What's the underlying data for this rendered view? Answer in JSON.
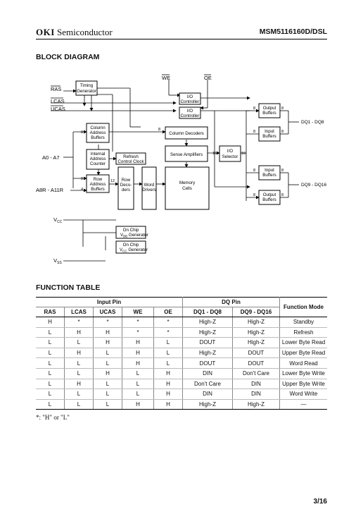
{
  "header": {
    "brand_bold": "OKI",
    "brand_rest": "Semiconductor",
    "part_number": "MSM5116160D/DSL"
  },
  "block_diagram": {
    "title": "BLOCK DIAGRAM",
    "labels": {
      "we": "WE",
      "oe": "OE",
      "ras": "RAS",
      "lcas": "LCAS",
      "ucas": "UCAS",
      "a0a7": "A0 - A7",
      "a8r": "A8R - A11R",
      "vcc": "V",
      "vcc_sub": "CC",
      "vss": "V",
      "vss_sub": "SS",
      "dq1_8": "DQ1 - DQ8",
      "dq9_16": "DQ9 - DQ16"
    },
    "blocks": {
      "timing": [
        "Timing",
        "Generator"
      ],
      "io1": [
        "I/O",
        "Controller"
      ],
      "io2": [
        "I/O",
        "Controller"
      ],
      "col_addr": [
        "Column",
        "Address",
        "Buffers"
      ],
      "col_dec": "Column Decoders",
      "int_addr": [
        "Internal",
        "Address",
        "Counter"
      ],
      "refresh": [
        "Refresh",
        "Control Clock"
      ],
      "sense": "Sense Amplifiers",
      "io_sel": [
        "I/O",
        "Selector"
      ],
      "row_addr": [
        "Row",
        "Address",
        "Buffers"
      ],
      "row_dec": [
        "Row",
        "Deco-",
        "ders"
      ],
      "word": [
        "Word",
        "Drivers"
      ],
      "memory": [
        "Memory",
        "Cells"
      ],
      "out1": [
        "Output",
        "Buffers"
      ],
      "in1": [
        "Input",
        "Buffers"
      ],
      "in2": [
        "Input",
        "Buffers"
      ],
      "out2": [
        "Output",
        "Buffers"
      ],
      "vbb": [
        "On Chip",
        "V",
        "BB",
        " Generator"
      ],
      "vcc_gen": [
        "On Chip",
        "V",
        "CC",
        " Generator"
      ]
    },
    "bus_widths": {
      "n8": "8",
      "n12": "12",
      "n16": "16",
      "n4": "4"
    }
  },
  "function_table": {
    "title": "FUNCTION TABLE",
    "group_input": "Input Pin",
    "group_dq": "DQ Pin",
    "function_mode": "Function Mode",
    "columns": [
      "RAS",
      "LCAS",
      "UCAS",
      "WE",
      "OE",
      "DQ1 - DQ8",
      "DQ9 - DQ16"
    ],
    "rows": [
      [
        "H",
        "*",
        "*",
        "*",
        "*",
        "High-Z",
        "High-Z",
        "Standby"
      ],
      [
        "L",
        "H",
        "H",
        "*",
        "*",
        "High-Z",
        "High-Z",
        "Refresh"
      ],
      [
        "L",
        "L",
        "H",
        "H",
        "L",
        "DOUT",
        "High-Z",
        "Lower Byte Read"
      ],
      [
        "L",
        "H",
        "L",
        "H",
        "L",
        "High-Z",
        "DOUT",
        "Upper Byte Read"
      ],
      [
        "L",
        "L",
        "L",
        "H",
        "L",
        "DOUT",
        "DOUT",
        "Word Read"
      ],
      [
        "L",
        "L",
        "H",
        "L",
        "H",
        "DIN",
        "Don't Care",
        "Lower Byte Write"
      ],
      [
        "L",
        "H",
        "L",
        "L",
        "H",
        "Don't Care",
        "DIN",
        "Upper Byte Write"
      ],
      [
        "L",
        "L",
        "L",
        "L",
        "H",
        "DIN",
        "DIN",
        "Word Write"
      ],
      [
        "L",
        "L",
        "L",
        "H",
        "H",
        "High-Z",
        "High-Z",
        "—"
      ]
    ],
    "note": "*: \"H\" or \"L\""
  },
  "page_number": "3/16"
}
